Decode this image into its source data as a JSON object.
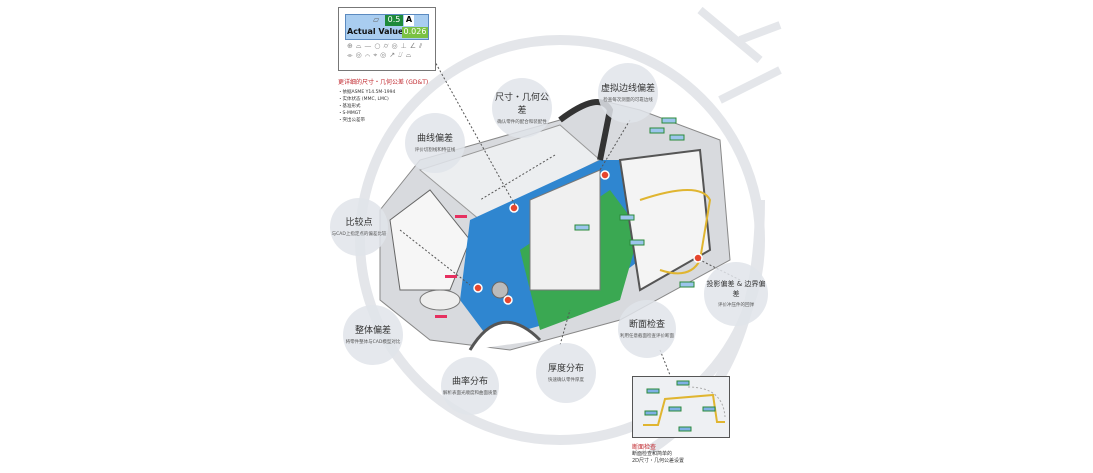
{
  "gdt_box": {
    "tolerance": "0.5",
    "datum": "A",
    "actual_label": "Actual Value",
    "actual_value": "0.026"
  },
  "gdt_info": {
    "title": "更详细的尺寸・几何公差 (GD&T)",
    "items": [
      "・依据ASME Y14.5M-1994",
      "・实体状态 (MMC, LMC)",
      "・基准形式",
      "・S-MMGT",
      "・突出公差带"
    ]
  },
  "bubbles": [
    {
      "title": "尺寸・几何公差",
      "sub": "确认零件的配合和装配性"
    },
    {
      "title": "虚拟边线偏差",
      "sub": "检查每次测量的可靠边线"
    },
    {
      "title": "曲线偏差",
      "sub": "评价切割线和特征线"
    },
    {
      "title": "比较点",
      "sub": "与CAD上指定点的偏差比较"
    },
    {
      "title": "整体偏差",
      "sub": "将零件整体与CAD模型对比"
    },
    {
      "title": "曲率分布",
      "sub": "解析表面光顺度和曲面质量"
    },
    {
      "title": "厚度分布",
      "sub": "快速确认零件厚度"
    },
    {
      "title": "断面检查",
      "sub": "利用任意截面检查评价断面"
    },
    {
      "title": "投影偏差 & 边界偏差",
      "sub": "评价冲压件的回弹"
    }
  ],
  "section_info": {
    "title": "断面检查",
    "lines": [
      "断面检查和简单的",
      "2D尺寸・几何公差设置"
    ]
  },
  "colors": {
    "accent": "#c0272d",
    "bubble": "#e1e4ea"
  }
}
